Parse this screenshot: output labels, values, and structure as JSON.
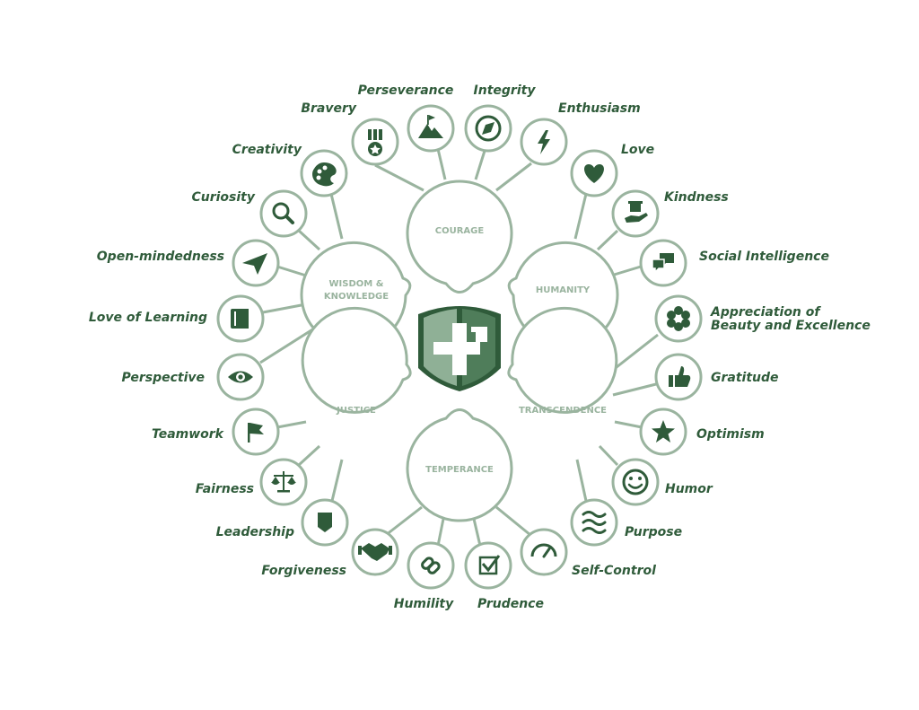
{
  "colors": {
    "line": "#9ab49f",
    "icon": "#2f5b3a",
    "label": "#2f5b3a",
    "bubble_text": "#9ab49f",
    "shield_dark": "#2f5b3a",
    "shield_light": "#8fb096"
  },
  "virtues": {
    "courage": "COURAGE",
    "wisdom": [
      "WISDOM &",
      "KNOWLEDGE"
    ],
    "humanity": "HUMANITY",
    "justice": "JUSTICE",
    "transcendence": "TRANSCENDENCE",
    "temperance": "TEMPERANCE"
  },
  "strengths": {
    "bravery": "Bravery",
    "perseverance": "Perseverance",
    "integrity": "Integrity",
    "enthusiasm": "Enthusiasm",
    "creativity": "Creativity",
    "love": "Love",
    "curiosity": "Curiosity",
    "kindness": "Kindness",
    "open_mindedness": "Open-mindedness",
    "social_intelligence": "Social Intelligence",
    "love_of_learning": "Love of Learning",
    "appreciation": [
      "Appreciation of",
      "Beauty and Excellence"
    ],
    "perspective": "Perspective",
    "gratitude": "Gratitude",
    "teamwork": "Teamwork",
    "optimism": "Optimism",
    "fairness": "Fairness",
    "humor": "Humor",
    "leadership": "Leadership",
    "purpose": "Purpose",
    "forgiveness": "Forgiveness",
    "self_control": "Self-Control",
    "humility": "Humility",
    "prudence": "Prudence"
  }
}
